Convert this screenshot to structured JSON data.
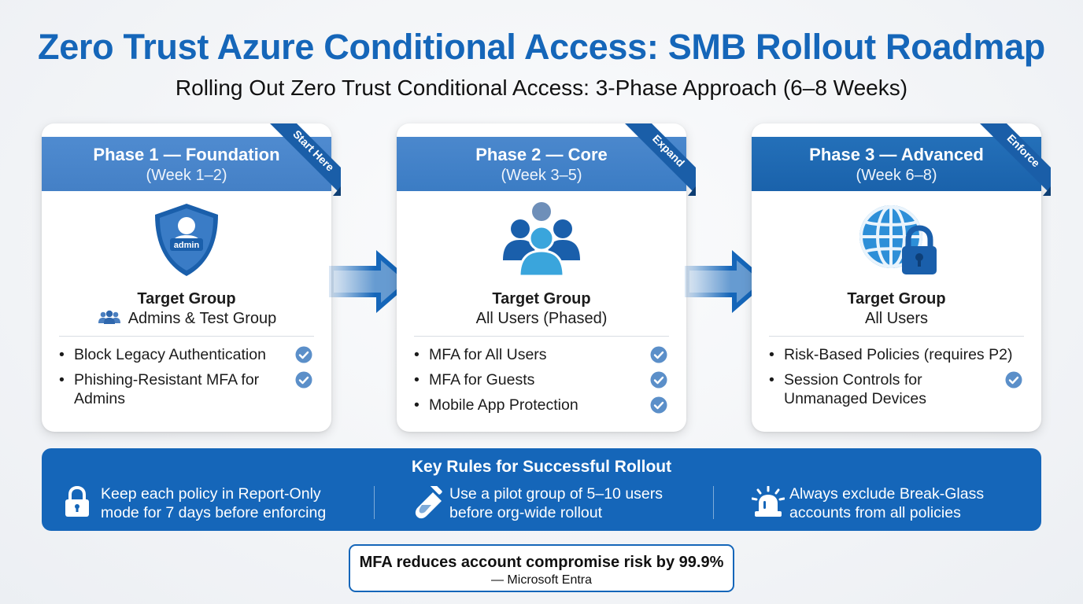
{
  "title": "Zero Trust Azure Conditional Access: SMB Rollout Roadmap",
  "subtitle": "Rolling Out Zero Trust Conditional Access: 3-Phase Approach (6–8 Weeks)",
  "phases": [
    {
      "name": "Phase 1 — Foundation",
      "weeks": "(Week 1–2)",
      "ribbon": "Start Here",
      "icon": "admin-shield-icon",
      "icon_text": "admin",
      "target_label": "Target Group",
      "target_value": "Admins & Test Group",
      "items": [
        "Block Legacy Authentication",
        "Phishing-Resistant MFA for Admins"
      ]
    },
    {
      "name": "Phase 2 — Core",
      "weeks": "(Week 3–5)",
      "ribbon": "Expand",
      "icon": "users-group-icon",
      "target_label": "Target Group",
      "target_value": "All Users (Phased)",
      "items": [
        "MFA for All Users",
        "MFA for Guests",
        "Mobile App Protection"
      ]
    },
    {
      "name": "Phase 3 — Advanced",
      "weeks": "(Week 6–8)",
      "ribbon": "Enforce",
      "icon": "globe-lock-icon",
      "target_label": "Target Group",
      "target_value": "All Users",
      "items": [
        "Risk-Based Policies (requires P2)",
        "Session Controls for Unmanaged Devices"
      ]
    }
  ],
  "rules": {
    "title": "Key Rules for Successful Rollout",
    "items": [
      {
        "icon": "lock-icon",
        "text_1": "Keep each policy in Report-Only",
        "text_2": "mode for 7 days before enforcing"
      },
      {
        "icon": "test-tube-icon",
        "text_1": "Use a pilot group of 5–10 users",
        "text_2": "before org-wide rollout"
      },
      {
        "icon": "alarm-siren-icon",
        "text_1": "Always exclude Break-Glass",
        "text_2": "accounts from all policies"
      }
    ]
  },
  "stat": {
    "headline": "MFA reduces account compromise risk by 99.9%",
    "source": "— Microsoft Entra"
  },
  "colors": {
    "brand_blue": "#1566b9",
    "phase1_header": "#4a86cc",
    "phase2_header": "#3f80c8",
    "phase3_header": "#1d64ad",
    "check_blue": "#5b8fc9"
  }
}
